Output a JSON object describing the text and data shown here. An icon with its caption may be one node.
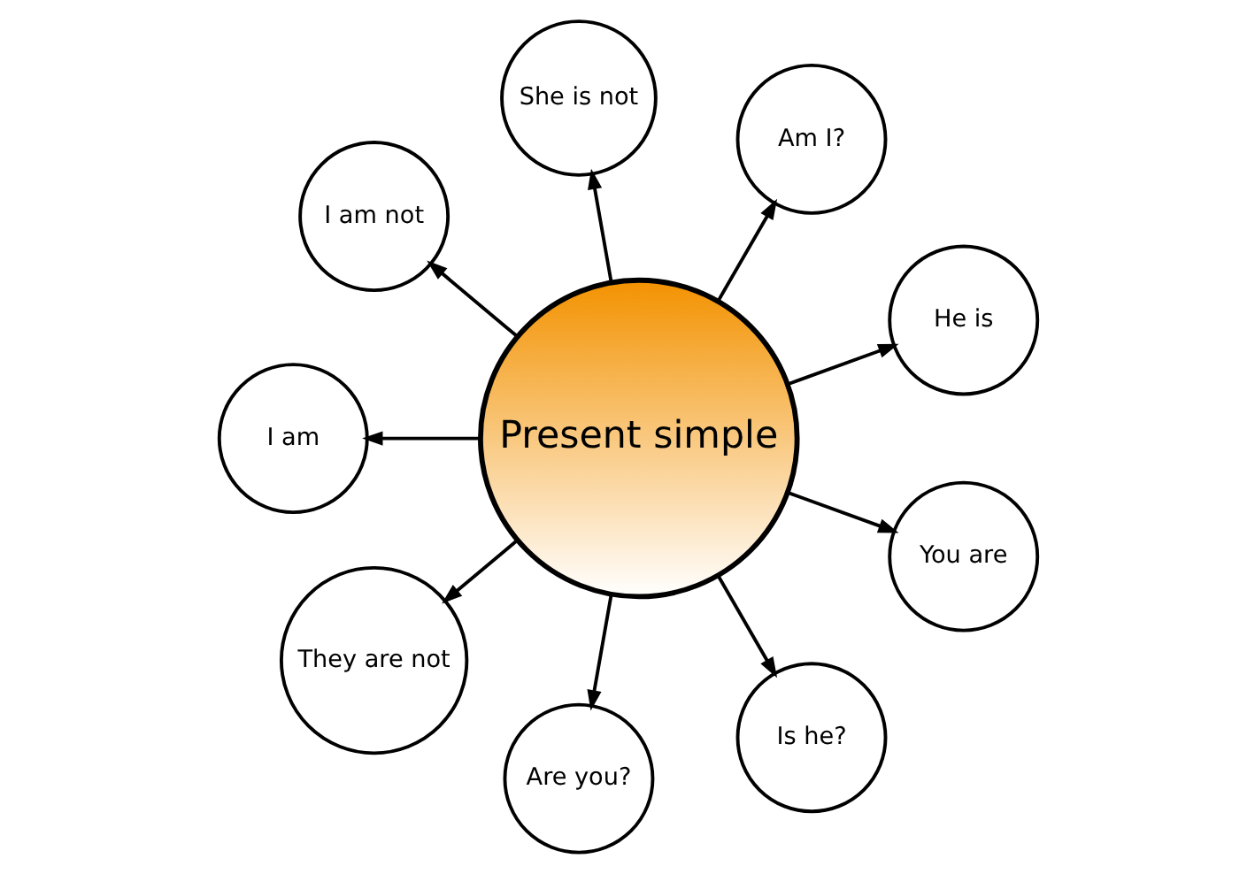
{
  "diagram": {
    "nodes": [
      {
        "text": [
          "Present simple"
        ]
      },
      {
        "text": [
          "He is"
        ]
      },
      {
        "text": [
          "Am I?"
        ]
      },
      {
        "text": [
          "She is not"
        ]
      },
      {
        "text": [
          "I am not"
        ]
      },
      {
        "text": [
          "I am"
        ]
      },
      {
        "text": [
          "They are not"
        ]
      },
      {
        "text": [
          "Are you?"
        ]
      },
      {
        "text": [
          "Is he?"
        ]
      },
      {
        "text": [
          "You are"
        ]
      }
    ],
    "edges": [
      {
        "from": 0,
        "to": 1,
        "arrow": "to"
      },
      {
        "from": 0,
        "to": 2,
        "arrow": "to"
      },
      {
        "from": 0,
        "to": 3,
        "arrow": "to"
      },
      {
        "from": 0,
        "to": 4,
        "arrow": "to"
      },
      {
        "from": 0,
        "to": 5,
        "arrow": "to"
      },
      {
        "from": 0,
        "to": 6,
        "arrow": "to"
      },
      {
        "from": 0,
        "to": 7,
        "arrow": "to"
      },
      {
        "from": 0,
        "to": 8,
        "arrow": "to"
      },
      {
        "from": 0,
        "to": 9,
        "arrow": "to"
      }
    ]
  }
}
